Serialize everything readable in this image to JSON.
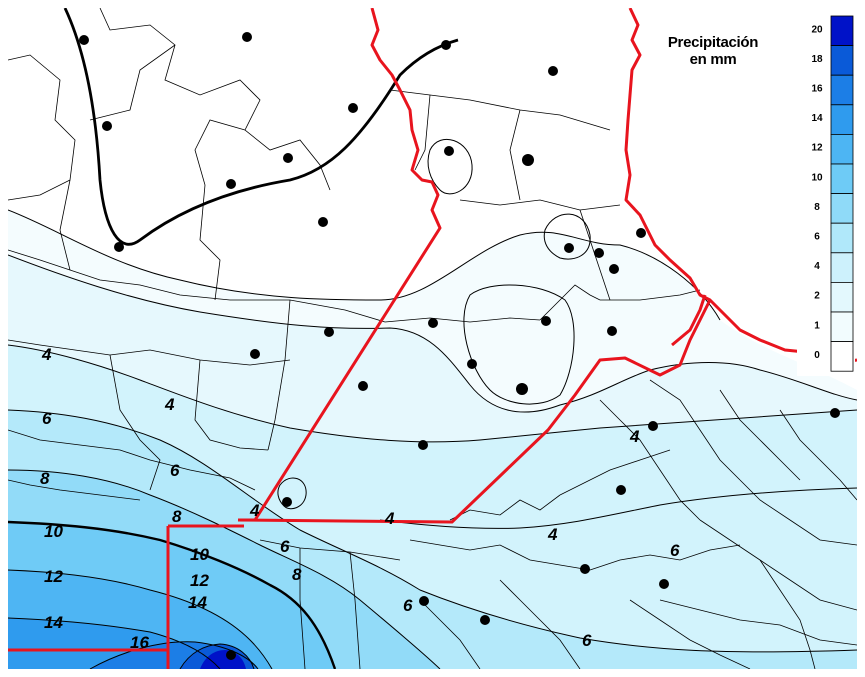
{
  "legend": {
    "title_line1": "Precipitación",
    "title_line2": "en mm",
    "bins": [
      {
        "label": "20",
        "color": "#0012c8"
      },
      {
        "label": "18",
        "color": "#0a5ad8"
      },
      {
        "label": "16",
        "color": "#1c7ee6"
      },
      {
        "label": "14",
        "color": "#2f9bee"
      },
      {
        "label": "12",
        "color": "#4db5f3"
      },
      {
        "label": "10",
        "color": "#6ecbf6"
      },
      {
        "label": "8",
        "color": "#8fdaf8"
      },
      {
        "label": "6",
        "color": "#b0e8fa"
      },
      {
        "label": "4",
        "color": "#cdf1fc"
      },
      {
        "label": "2",
        "color": "#e3f8fd"
      },
      {
        "label": "1",
        "color": "#f2fcfe"
      },
      {
        "label": "0",
        "color": "#ffffff"
      }
    ]
  },
  "isoline_labels": [
    "4",
    "4",
    "6",
    "6",
    "8",
    "8",
    "8",
    "10",
    "10",
    "12",
    "12",
    "14",
    "14",
    "16",
    "4",
    "4",
    "4",
    "4",
    "6",
    "6",
    "6",
    "6"
  ],
  "colors": {
    "border_red": "#e8141e",
    "isoline": "#000000",
    "region_line": "#000000",
    "station": "#000000"
  }
}
